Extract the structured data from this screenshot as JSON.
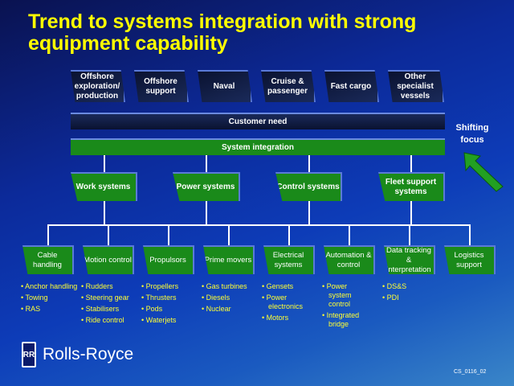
{
  "title": "Trend to systems integration with strong equipment capability",
  "markets": [
    "Offshore exploration/ production",
    "Offshore support",
    "Naval",
    "Cruise & passenger",
    "Fast cargo",
    "Other specialist vessels"
  ],
  "customer_need": "Customer need",
  "system_integration": "System integration",
  "shifting_focus": "Shifting focus",
  "systems": [
    "Work systems",
    "Power systems",
    "Control systems",
    "Fleet support systems"
  ],
  "capabilities": [
    {
      "label": "Cable handling",
      "items": [
        "Anchor handling",
        "Towing",
        "RAS"
      ]
    },
    {
      "label": "Motion control",
      "items": [
        "Rudders",
        "Steering gear",
        "Stabilisers",
        "Ride control"
      ]
    },
    {
      "label": "Propulsors",
      "items": [
        "Propellers",
        "Thrusters",
        "Pods",
        "Waterjets"
      ]
    },
    {
      "label": "Prime movers",
      "items": [
        "Gas turbines",
        "Diesels",
        "Nuclear"
      ]
    },
    {
      "label": "Electrical systems",
      "items": [
        "Gensets",
        "Power electronics",
        "Motors"
      ]
    },
    {
      "label": "Automation & control",
      "items": [
        "Power system control",
        "Integrated bridge"
      ]
    },
    {
      "label": "Data tracking & interpretation",
      "items": [
        "DS&S",
        "PDI"
      ]
    },
    {
      "label": "Logistics support",
      "items": [
        "",
        ""
      ]
    }
  ],
  "logo": {
    "badge": "RR",
    "name": "Rolls-Royce"
  },
  "code": "CS_0116_02"
}
